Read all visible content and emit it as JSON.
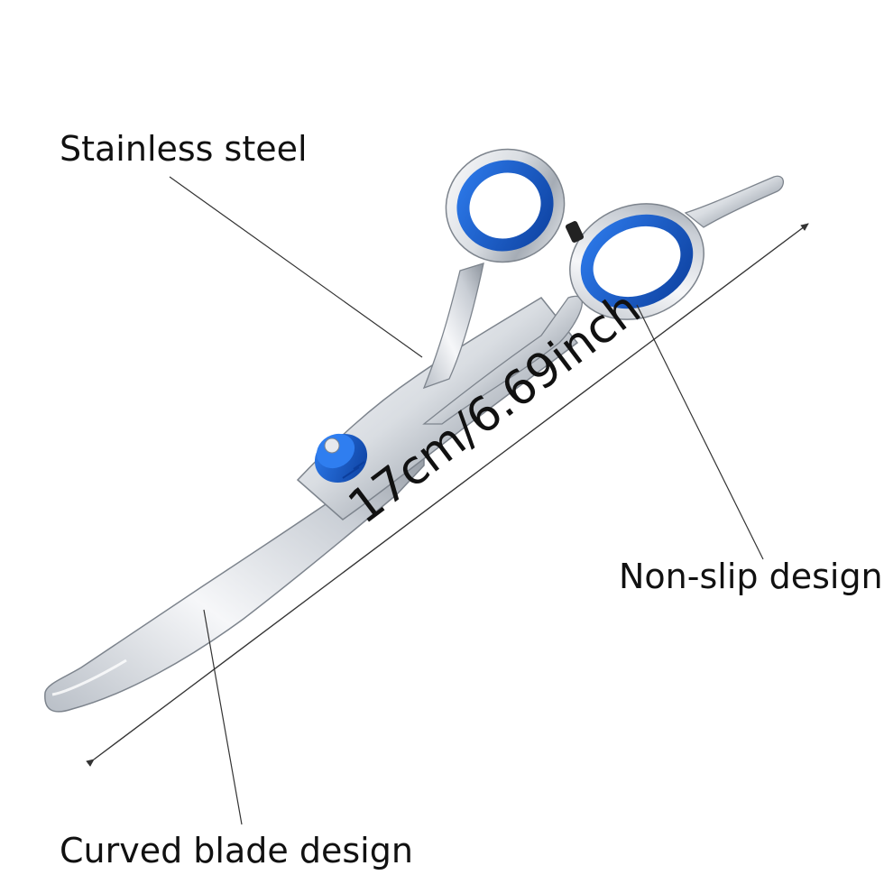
{
  "labels": {
    "stainless_steel": "Stainless steel",
    "non_slip": "Non-slip design",
    "length": "17cm/6.69inch",
    "curved_blade": "Curved blade design"
  },
  "colors": {
    "ring_blue": "#1a63d6",
    "ring_blue_dark": "#0c3e9c",
    "steel_light": "#f4f5f7",
    "steel_mid": "#c4c9d0",
    "steel_dark": "#7d848d",
    "line": "#333333",
    "text": "#111111"
  },
  "product": {
    "type": "scissors",
    "ring_icon": "finger-ring-icon",
    "screw_icon": "tension-screw-icon"
  }
}
